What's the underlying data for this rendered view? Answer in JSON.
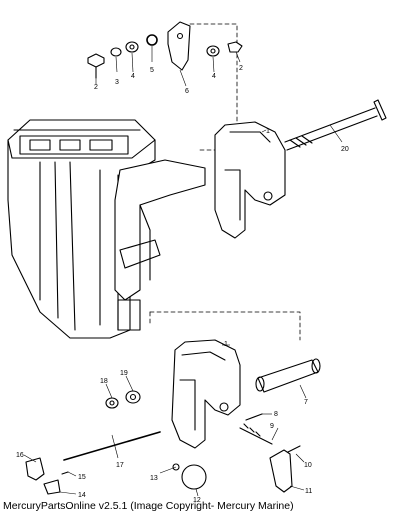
{
  "diagram": {
    "callouts": [
      {
        "id": "c1a",
        "text": "1"
      },
      {
        "id": "c1b",
        "text": "1"
      },
      {
        "id": "c2a",
        "text": "2"
      },
      {
        "id": "c2b",
        "text": "2"
      },
      {
        "id": "c3",
        "text": "3"
      },
      {
        "id": "c4a",
        "text": "4"
      },
      {
        "id": "c4b",
        "text": "4"
      },
      {
        "id": "c5",
        "text": "5"
      },
      {
        "id": "c6",
        "text": "6"
      },
      {
        "id": "c7",
        "text": "7"
      },
      {
        "id": "c8",
        "text": "8"
      },
      {
        "id": "c9",
        "text": "9"
      },
      {
        "id": "c10",
        "text": "10"
      },
      {
        "id": "c11",
        "text": "11"
      },
      {
        "id": "c12",
        "text": "12"
      },
      {
        "id": "c13",
        "text": "13"
      },
      {
        "id": "c14",
        "text": "14"
      },
      {
        "id": "c15",
        "text": "15"
      },
      {
        "id": "c16",
        "text": "16"
      },
      {
        "id": "c17",
        "text": "17"
      },
      {
        "id": "c18",
        "text": "18"
      },
      {
        "id": "c19",
        "text": "19"
      },
      {
        "id": "c20",
        "text": "20"
      }
    ]
  },
  "footer": {
    "text": "MercuryPartsOnline v2.5.1 (Image Copyright- Mercury Marine)"
  }
}
